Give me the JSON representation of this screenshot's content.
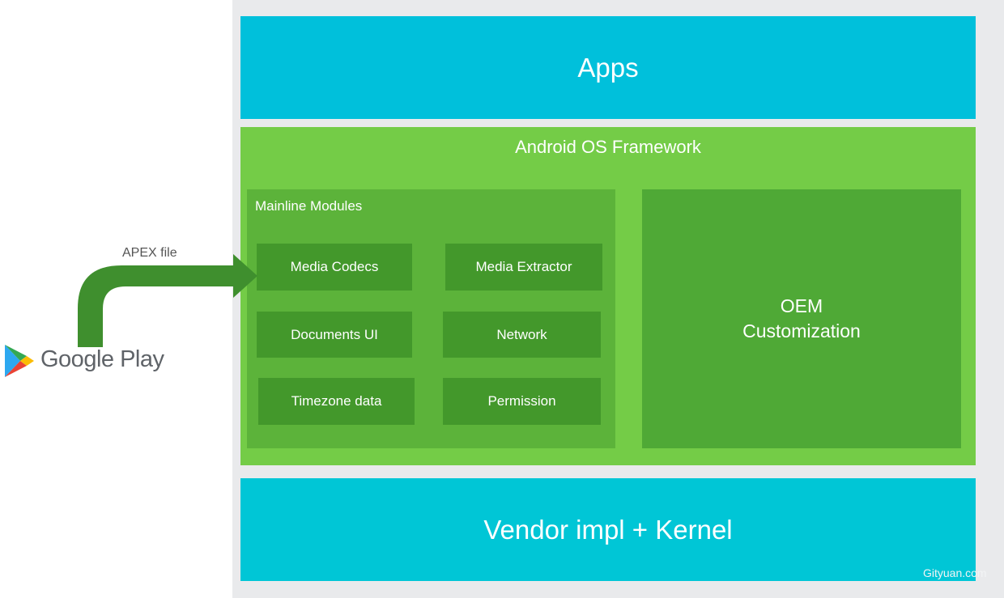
{
  "diagram": {
    "apps_label": "Apps",
    "framework_label": "Android OS Framework",
    "mainline_label": "Mainline Modules",
    "modules": [
      "Media Codecs",
      "Media Extractor",
      "Documents UI",
      "Network",
      "Timezone data",
      "Permission"
    ],
    "oem_line1": "OEM",
    "oem_line2": "Customization",
    "vendor_label": "Vendor impl + Kernel",
    "apex_label": "APEX file",
    "store_label": "Google Play",
    "watermark": "Gityuan.com"
  },
  "colors": {
    "apps": "#00c0db",
    "vendor": "#00c6d6",
    "framework": "#74cc47",
    "mainline": "#5cb33a",
    "module": "#43982b",
    "oem": "#4fa936",
    "arrow": "#3f8f2e"
  },
  "icons": {
    "store": "google-play-icon",
    "arrow": "curved-arrow-icon"
  }
}
